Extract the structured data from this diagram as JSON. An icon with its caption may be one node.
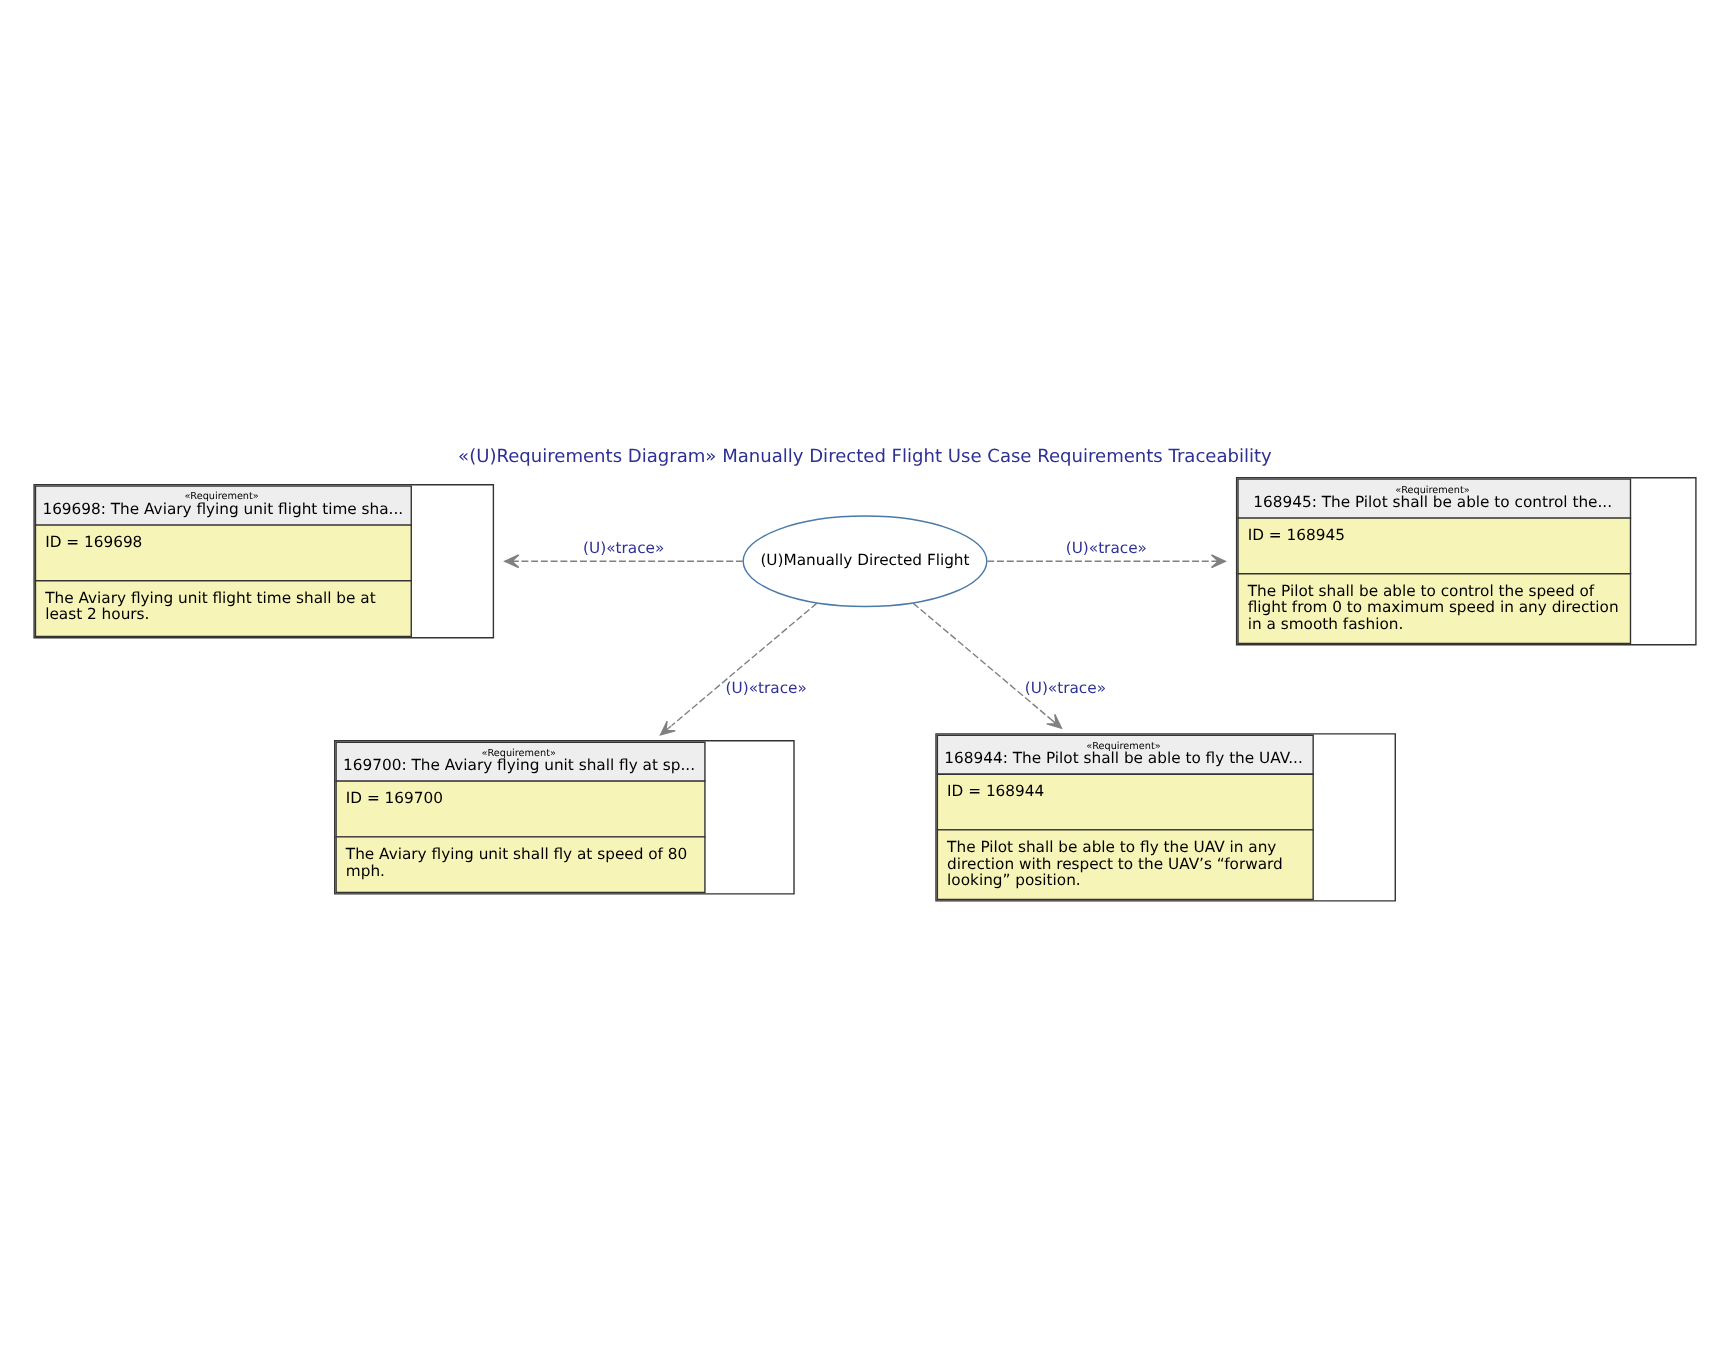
{
  "diagram": {
    "title": "«(U)Requirements Diagram» Manually Directed Flight Use Case Requirements Traceability",
    "nodes": [
      {
        "text": [
          "«Requirement»",
          "169698: The Aviary flying unit flight time sha...",
          "ID = 169698",
          "The Aviary flying unit flight time shall be at least 2 hours."
        ]
      },
      {
        "text": [
          "«Requirement»",
          "168945: The Pilot shall be able to control the...",
          "ID = 168945",
          "The Pilot shall be able to control the speed of flight from 0 to maximum speed in any direction in a smooth fashion."
        ]
      },
      {
        "text": [
          "(U)Manually Directed Flight"
        ]
      },
      {
        "text": [
          "«Requirement»",
          "169700: The Aviary flying unit shall fly at sp...",
          "ID = 169700",
          "The Aviary flying unit shall fly at speed of 80 mph."
        ]
      },
      {
        "text": [
          "«Requirement»",
          "168944: The Pilot shall be able to fly the UAV...",
          "ID = 168944",
          "The Pilot shall be able to fly the UAV in any direction with respect to the UAV’s “forward looking” position."
        ]
      }
    ],
    "edges": [
      {
        "from": 2,
        "to": 0,
        "arrow": "to",
        "label": "(U)«trace»",
        "style": "dashed"
      },
      {
        "from": 2,
        "to": 1,
        "arrow": "to",
        "label": "(U)«trace»",
        "style": "dashed"
      },
      {
        "from": 2,
        "to": 3,
        "arrow": "to",
        "label": "(U)«trace»",
        "style": "dashed"
      },
      {
        "from": 2,
        "to": 4,
        "arrow": "to",
        "label": "(U)«trace»",
        "style": "dashed"
      }
    ]
  }
}
